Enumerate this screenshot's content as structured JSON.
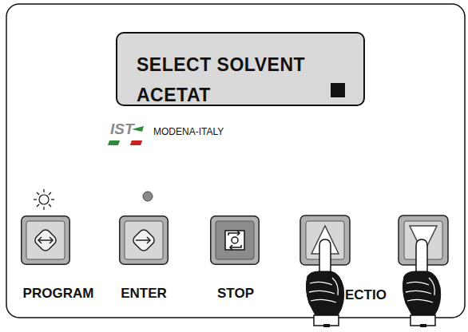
{
  "diagram": {
    "nodes": [
      {
        "text": [
          "SELECT SOLVENT",
          "ACETAT"
        ]
      },
      {
        "text": [
          "PROGRAM"
        ]
      },
      {
        "text": [
          "ENTER"
        ]
      },
      {
        "text": [
          "STOP"
        ]
      }
    ],
    "labels": [
      "IST",
      "MODENA-ITALY",
      "ECTIO"
    ]
  }
}
